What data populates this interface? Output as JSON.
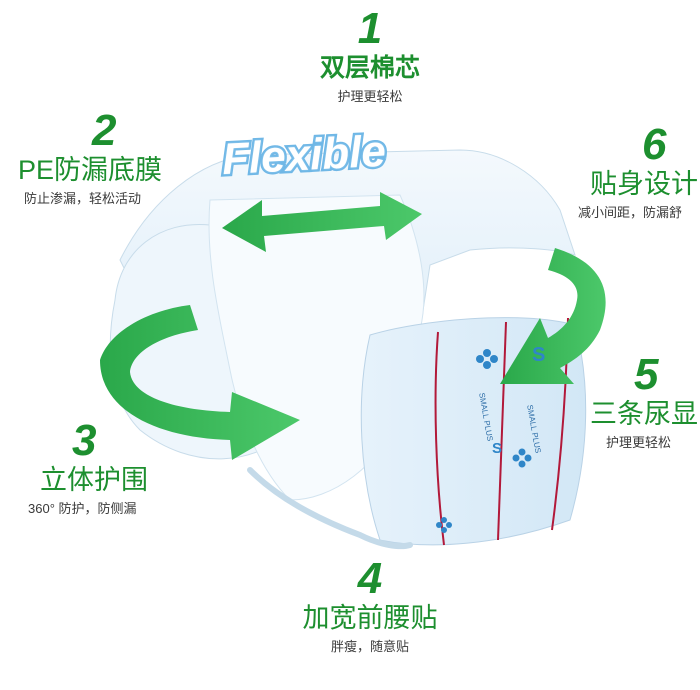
{
  "features": [
    {
      "number": "1",
      "title": "双层棉芯",
      "desc": "护理更轻松"
    },
    {
      "number": "2",
      "title": "PE防漏底膜",
      "desc": "防止渗漏，轻松活动"
    },
    {
      "number": "3",
      "title": "立体护围",
      "desc": "360° 防护，防侧漏"
    },
    {
      "number": "4",
      "title": "加宽前腰贴",
      "desc": "胖瘦，随意贴"
    },
    {
      "number": "5",
      "title": "三条尿显",
      "desc": "护理更轻松"
    },
    {
      "number": "6",
      "title": "贴身设计",
      "desc": "减小间距，防漏舒"
    }
  ],
  "badge": {
    "text": "Flexible"
  },
  "product": {
    "size_letter": "S",
    "size_text": "SMALL PLUS"
  },
  "colors": {
    "accent_green": "#1d8f2f",
    "arrow_green": "#2ab24a",
    "badge_blue": "#6fb7e6",
    "indicator_red": "#b2193a"
  }
}
